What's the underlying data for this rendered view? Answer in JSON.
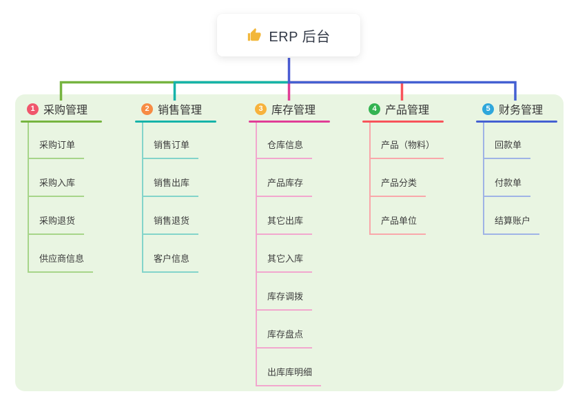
{
  "root": {
    "label": "ERP 后台",
    "icon": "thumbs-up"
  },
  "canvas": {
    "page_bg": "#ffffff",
    "panel_bg": "#e9f5e2",
    "root_line_color": "#4a5bd3",
    "icon_color": "#f2b73a"
  },
  "branches": [
    {
      "number": "1",
      "label": "采购管理",
      "badge_color": "#f0566c",
      "line_color": "#76b440",
      "child_line_color": "#a6d589",
      "children": [
        "采购订单",
        "采购入库",
        "采购退货",
        "供应商信息"
      ]
    },
    {
      "number": "2",
      "label": "销售管理",
      "badge_color": "#f78c44",
      "line_color": "#16b3a9",
      "child_line_color": "#82d4ca",
      "children": [
        "销售订单",
        "销售出库",
        "销售退货",
        "客户信息"
      ]
    },
    {
      "number": "3",
      "label": "库存管理",
      "badge_color": "#f7b23c",
      "line_color": "#e03d96",
      "child_line_color": "#f2a6ce",
      "children": [
        "仓库信息",
        "产品库存",
        "其它出库",
        "其它入库",
        "库存调拨",
        "库存盘点",
        "出库库明细"
      ]
    },
    {
      "number": "4",
      "label": "产品管理",
      "badge_color": "#33b351",
      "line_color": "#f8535a",
      "child_line_color": "#f9a7aa",
      "children": [
        "产品（物料）",
        "产品分类",
        "产品单位"
      ]
    },
    {
      "number": "5",
      "label": "财务管理",
      "badge_color": "#2fa7db",
      "line_color": "#4460d2",
      "child_line_color": "#9fb3e6",
      "children": [
        "回款单",
        "付款单",
        "结算账户"
      ]
    }
  ]
}
